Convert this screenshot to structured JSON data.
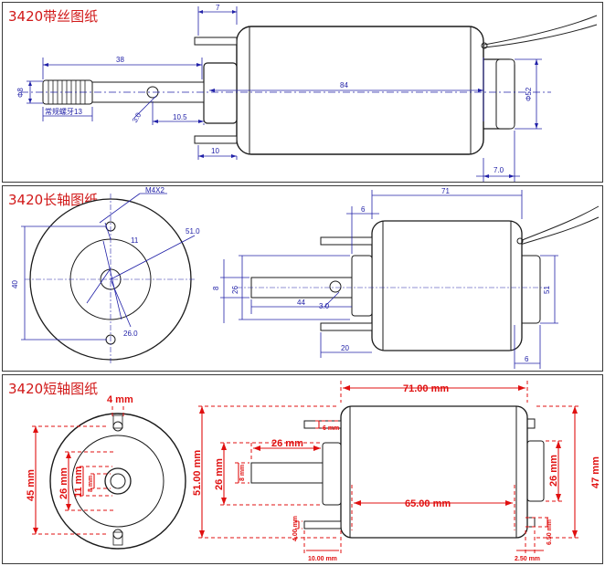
{
  "panels": {
    "threaded": {
      "title": "3420带丝图纸",
      "dims": {
        "d7": "7",
        "d38": "38",
        "d84": "84",
        "d8": "Φ8",
        "d52": "Φ52",
        "thread": "常规螺牙13",
        "d30": "3.0",
        "d105": "10.5",
        "d10": "10",
        "d70": "7.0"
      }
    },
    "long_shaft": {
      "title": "3420长轴图纸",
      "dims": {
        "m4x2": "M4X2",
        "d11": "11",
        "d510": "51.0",
        "d40": "40",
        "d260": "26.0",
        "d71": "71",
        "d6a": "6",
        "d8": "8",
        "d26": "26",
        "d44": "44",
        "d30": "3.0",
        "d51": "51",
        "d20": "20",
        "d6b": "6"
      }
    },
    "short_shaft": {
      "title": "3420短轴图纸",
      "dims": {
        "d4mm": "4 mm",
        "d45mm": "45 mm",
        "d26mm_left": "26 mm",
        "d11mm": "11 mm",
        "d8mm_left": "8 mm",
        "d71mm": "71.00 mm",
        "d6mm": "6 mm",
        "d26mm_shaft": "26 mm",
        "d51mm": "51.00 mm",
        "d26mm_body": "26 mm",
        "d8mm_shaft": "8 mm",
        "d65mm": "65.00 mm",
        "d26mm_rear": "26 mm",
        "d47mm": "47 mm",
        "d400": "4.00 mm",
        "d1000": "10.00 mm",
        "d650": "6.50 mm",
        "d250": "2.50 mm"
      }
    }
  },
  "colors": {
    "frame": "#3a3a3a",
    "title": "#d11818",
    "dim_blue": "#2222a8",
    "dim_red": "#e01010",
    "line": "#1a1a1a"
  }
}
